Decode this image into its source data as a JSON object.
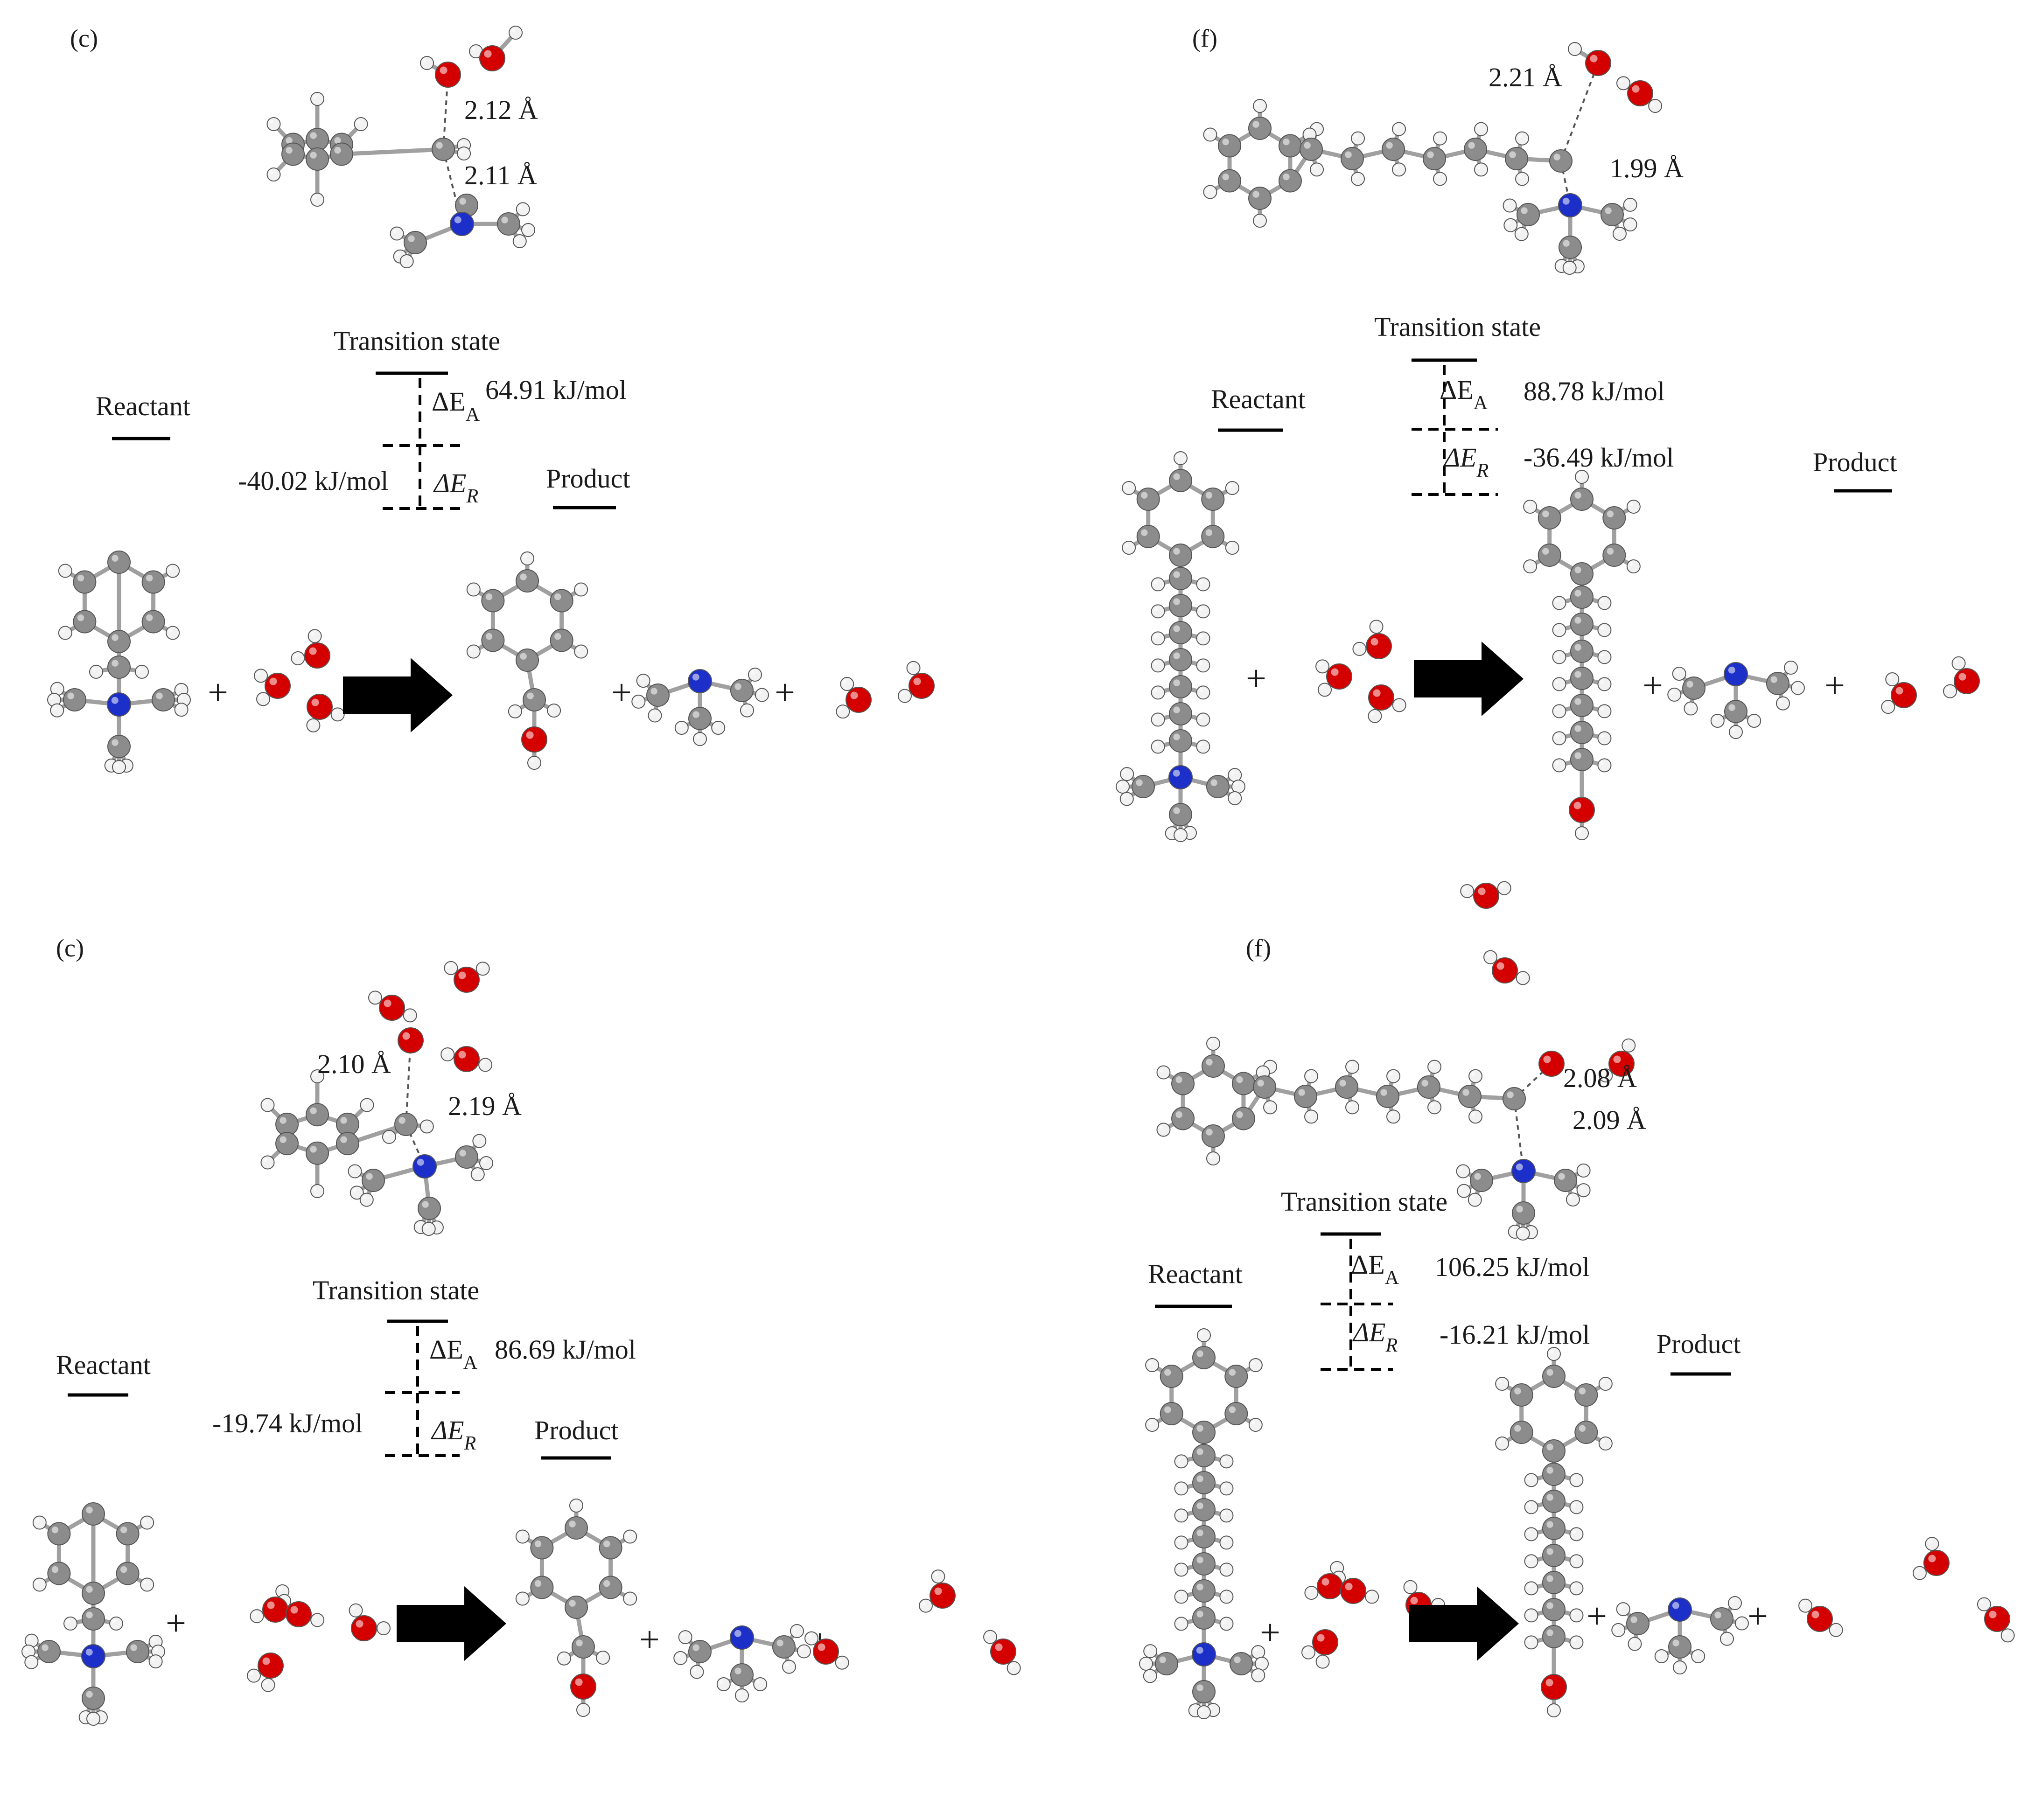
{
  "colors": {
    "carbon": "#8c8c8c",
    "hydrogen": "#f2f2f2",
    "oxygen": "#d40000",
    "nitrogen": "#1c2fc8",
    "arrow": "#000000"
  },
  "icons": [
    "ball-and-stick-molecule",
    "reaction-arrow"
  ],
  "panels": [
    {
      "label": "(c)",
      "ts_label": "Transition state",
      "reactant_label": "Reactant",
      "product_label": "Product",
      "ea_symbol": "ΔE",
      "ea_sub": "A",
      "ea_value": "64.91 kJ/mol",
      "er_symbol": "ΔE",
      "er_sub": "R",
      "er_value": "-40.02 kJ/mol",
      "distances": [
        "2.12 Å",
        "2.11 Å"
      ],
      "plus": "+"
    },
    {
      "label": "(f)",
      "ts_label": "Transition state",
      "reactant_label": "Reactant",
      "product_label": "Product",
      "ea_symbol": "ΔE",
      "ea_sub": "A",
      "ea_value": "88.78  kJ/mol",
      "er_symbol": "ΔE",
      "er_sub": "R",
      "er_value": "-36.49 kJ/mol",
      "distances": [
        "2.21 Å",
        "1.99 Å"
      ],
      "plus": "+"
    },
    {
      "label": "(c)",
      "ts_label": "Transition state",
      "reactant_label": "Reactant",
      "product_label": "Product",
      "ea_symbol": "ΔE",
      "ea_sub": "A",
      "ea_value": "86.69 kJ/mol",
      "er_symbol": "ΔE",
      "er_sub": "R",
      "er_value": "-19.74 kJ/mol",
      "distances": [
        "2.10 Å",
        "2.19 Å"
      ],
      "plus": "+"
    },
    {
      "label": "(f)",
      "ts_label": "Transition state",
      "reactant_label": "Reactant",
      "product_label": "Product",
      "ea_symbol": "ΔE",
      "ea_sub": "A",
      "ea_value": "106.25  kJ/mol",
      "er_symbol": "ΔE",
      "er_sub": "R",
      "er_value": "-16.21 kJ/mol",
      "distances": [
        "2.08 Å",
        "2.09 Å"
      ],
      "plus": "+"
    }
  ]
}
